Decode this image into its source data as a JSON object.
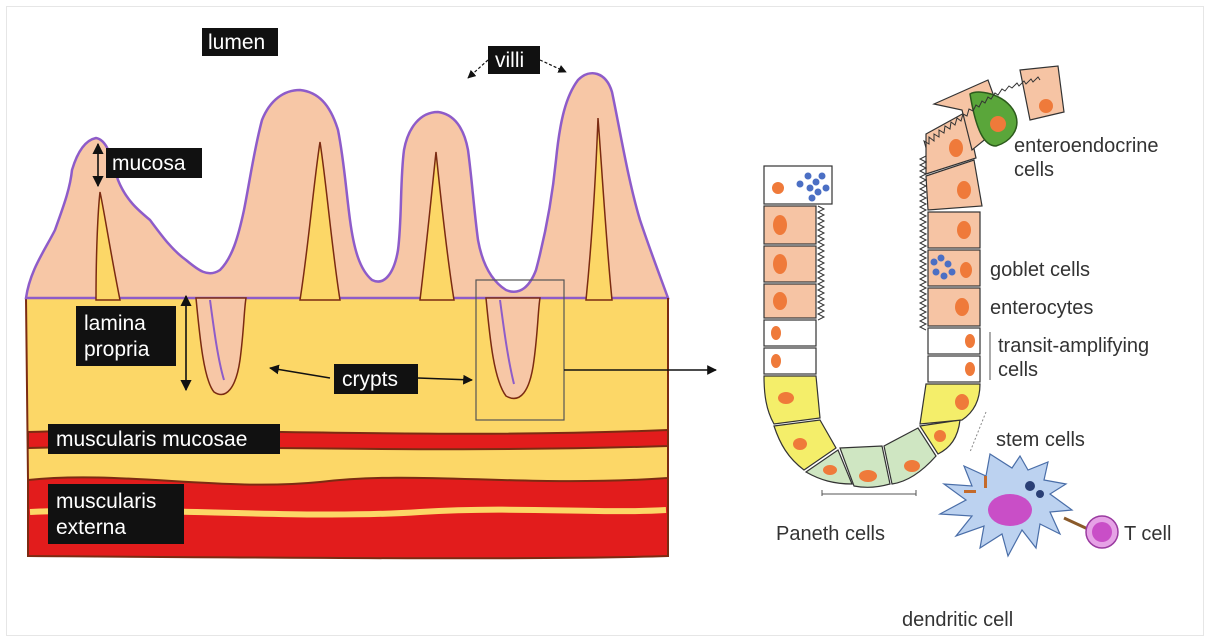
{
  "left_labels": {
    "lumen": "lumen",
    "villi": "villi",
    "mucosa": "mucosa",
    "lamina_propria_line1": "lamina",
    "lamina_propria_line2": "propria",
    "crypts": "crypts",
    "muscularis_mucosae": "muscularis mucosae",
    "muscularis_externa_line1": "muscularis",
    "muscularis_externa_line2": "externa"
  },
  "right_labels": {
    "enteroendocrine_line1": "enteroendocrine",
    "enteroendocrine_line2": "cells",
    "goblet": "goblet cells",
    "enterocytes": "enterocytes",
    "transit_line1": "transit-amplifying",
    "transit_line2": "cells",
    "stem": "stem cells",
    "paneth": "Paneth cells",
    "t_cell": "T cell",
    "dendritic": "dendritic cell"
  },
  "colors": {
    "mucosa_fill": "#f7c7a6",
    "villus_outline": "#8e5cc9",
    "lamina_fill": "#fcd767",
    "muscle_fill": "#e21c1c",
    "tissue_outline": "#7b2b12",
    "label_bg": "#111111",
    "enterocyte_fill": "#f6c4a4",
    "nucleus": "#ef7a3a",
    "goblet_granule": "#4b6fc4",
    "enteroendocrine": "#5aa63a",
    "stem_fill": "#f4ee6a",
    "paneth_fill": "#cfe6c2",
    "dendritic_fill": "#bcd2f0",
    "t_cell_fill": "#d25ed6"
  }
}
